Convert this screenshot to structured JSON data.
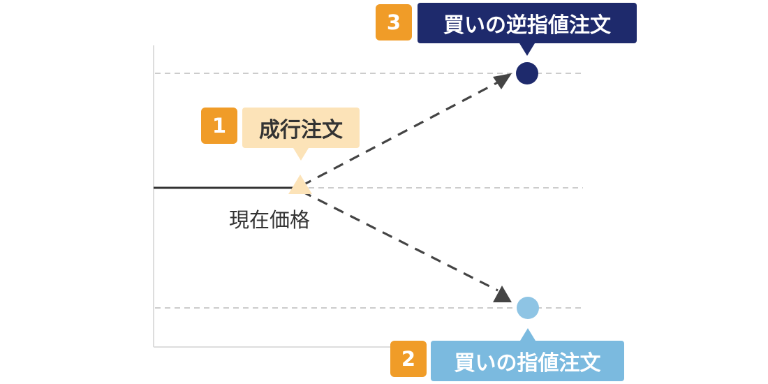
{
  "current_price_label": "現在価格",
  "colors": {
    "axis": "#dddddd",
    "gridline": "#bbbbbb",
    "price_line": "#333333",
    "arrow": "#444444",
    "badge": "#f09c28",
    "market_bubble": "#fce3b8",
    "market_text": "#333333",
    "current_marker": "#fce3b8",
    "limit_bubble": "#7bbadf",
    "limit_text": "#ffffff",
    "limit_dot": "#8ec4e4",
    "stop_bubble": "#1e2a6c",
    "stop_text": "#ffffff",
    "stop_dot": "#1e2a6c"
  },
  "orders": [
    {
      "number": "1",
      "label": "成行注文"
    },
    {
      "number": "2",
      "label": "買いの指値注文"
    },
    {
      "number": "3",
      "label": "買いの逆指値注文"
    }
  ]
}
